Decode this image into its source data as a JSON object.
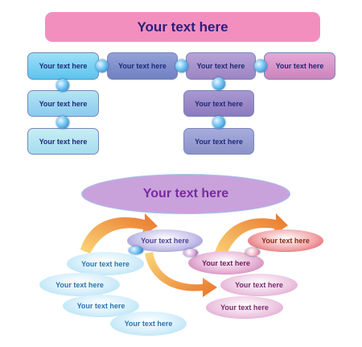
{
  "top": {
    "title": "Your text here",
    "row1": [
      "Your text here",
      "Your text here",
      "Your text here",
      "Your text here"
    ],
    "col1": [
      "Your text here",
      "Your text here"
    ],
    "col3": [
      "Your text here",
      "Your text here"
    ]
  },
  "bottom": {
    "title": "Your text here",
    "center": "Your text here",
    "left": [
      "Your text here",
      "Your text here",
      "Your text here",
      "Your text here"
    ],
    "right_center": "Your text here",
    "right": [
      "Your text here",
      "Your text here",
      "Your text here"
    ]
  },
  "colors": {
    "title_fill": "#f28fbf",
    "box_blue": "#6fcdf2",
    "box_slate": "#7a88c8",
    "box_violet": "#a58dc8",
    "box_pink": "#d78fc8",
    "oval_title": "#c9a2dc",
    "arrow_orange": "#f5a24a"
  }
}
